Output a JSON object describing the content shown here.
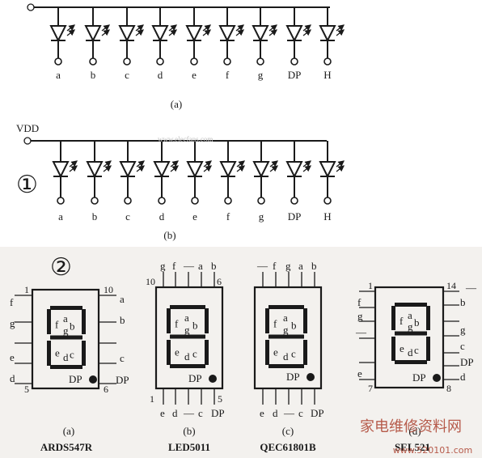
{
  "figure_a": {
    "caption": "(a)",
    "pins": [
      "a",
      "b",
      "c",
      "d",
      "e",
      "f",
      "g",
      "DP",
      "H"
    ]
  },
  "figure_b": {
    "supply_label": "VDD",
    "watermark": "www.elecfans.com",
    "caption": "(b)",
    "pins": [
      "a",
      "b",
      "c",
      "d",
      "e",
      "f",
      "g",
      "DP",
      "H"
    ]
  },
  "section_markers": {
    "one": "①",
    "two": "②"
  },
  "displays": [
    {
      "caption": "(a)",
      "part_number": "ARDS547R",
      "pin_first": "1",
      "pin_last": "10",
      "pin_bottom_left": "5",
      "pin_bottom_right": "6",
      "left_pins": [
        "f",
        "g",
        "e",
        "d"
      ],
      "right_pins": [
        "a",
        "b",
        "c",
        "DP"
      ],
      "segments": {
        "a": "a",
        "b": "b",
        "c": "c",
        "d": "d",
        "e": "e",
        "f": "f",
        "g": "g",
        "dp": "DP"
      }
    },
    {
      "caption": "(b)",
      "part_number": "LED5011",
      "top_pins": [
        "g",
        "f",
        "—",
        "a",
        "b"
      ],
      "bottom_pins": [
        "e",
        "d",
        "—",
        "c",
        "DP"
      ],
      "pin_top_left": "10",
      "pin_top_right": "6",
      "pin_bottom_left": "1",
      "pin_bottom_right": "5",
      "segments": {
        "a": "a",
        "b": "b",
        "c": "c",
        "d": "d",
        "e": "e",
        "f": "f",
        "g": "g",
        "dp": "DP"
      }
    },
    {
      "caption": "(c)",
      "part_number": "QEC61801B",
      "top_pins": [
        "—",
        "f",
        "g",
        "a",
        "b"
      ],
      "bottom_pins": [
        "e",
        "d",
        "—",
        "c",
        "DP"
      ],
      "segments": {
        "a": "a",
        "b": "b",
        "c": "c",
        "d": "d",
        "e": "e",
        "f": "f",
        "g": "g",
        "dp": "DP"
      }
    },
    {
      "caption": "(d)",
      "part_number": "SEL521",
      "pin_first": "1",
      "pin_last": "14",
      "pin_bottom_left": "7",
      "pin_bottom_right": "8",
      "left_pins": [
        "f",
        "g",
        "—",
        "e"
      ],
      "right_pins": [
        "—",
        "b",
        "g",
        "c",
        "DP",
        "d"
      ],
      "segments": {
        "a": "a",
        "b": "b",
        "c": "c",
        "d": "d",
        "e": "e",
        "f": "f",
        "g": "g",
        "dp": "DP"
      }
    }
  ],
  "watermark_bottom": {
    "text": "家电维修资料网",
    "url": "www.520101.com"
  }
}
